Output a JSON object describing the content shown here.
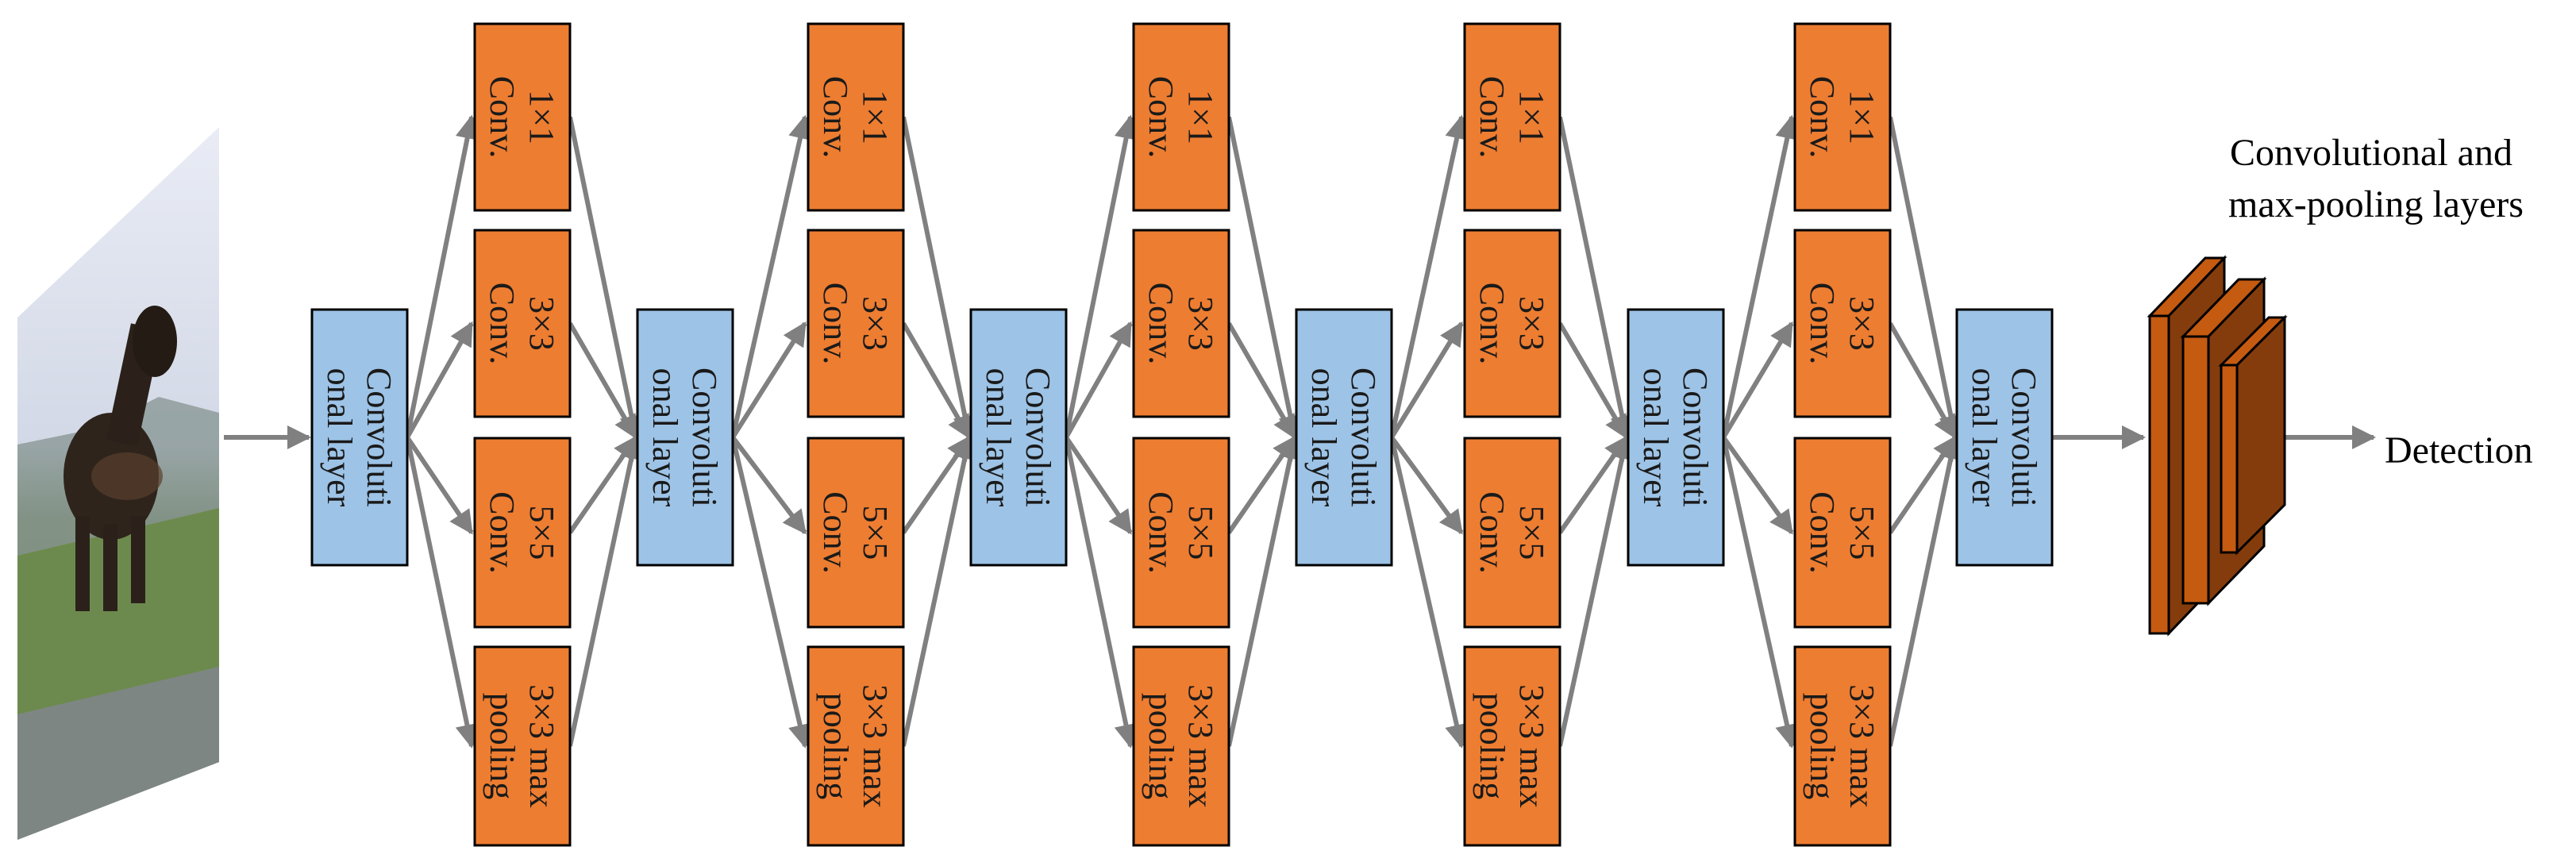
{
  "colors": {
    "conv_box_fill": "#9DC3E6",
    "branch_box_fill": "#ED7D31",
    "arrow": "#808080",
    "block_dark": "#843C0C",
    "block_front": "#C55A11"
  },
  "input_image": {
    "icon": "photo-of-horse-in-field"
  },
  "conv_layer_label": [
    "Convoluti",
    "onal layer"
  ],
  "branches": [
    {
      "lines": [
        "1×1",
        "Conv."
      ]
    },
    {
      "lines": [
        "3×3",
        "Conv."
      ]
    },
    {
      "lines": [
        "5×5",
        "Conv."
      ]
    },
    {
      "lines": [
        "3×3 max",
        "pooling"
      ]
    }
  ],
  "block_label": [
    "Convolutional and",
    "max-pooling layers"
  ],
  "output_label": "Detection"
}
